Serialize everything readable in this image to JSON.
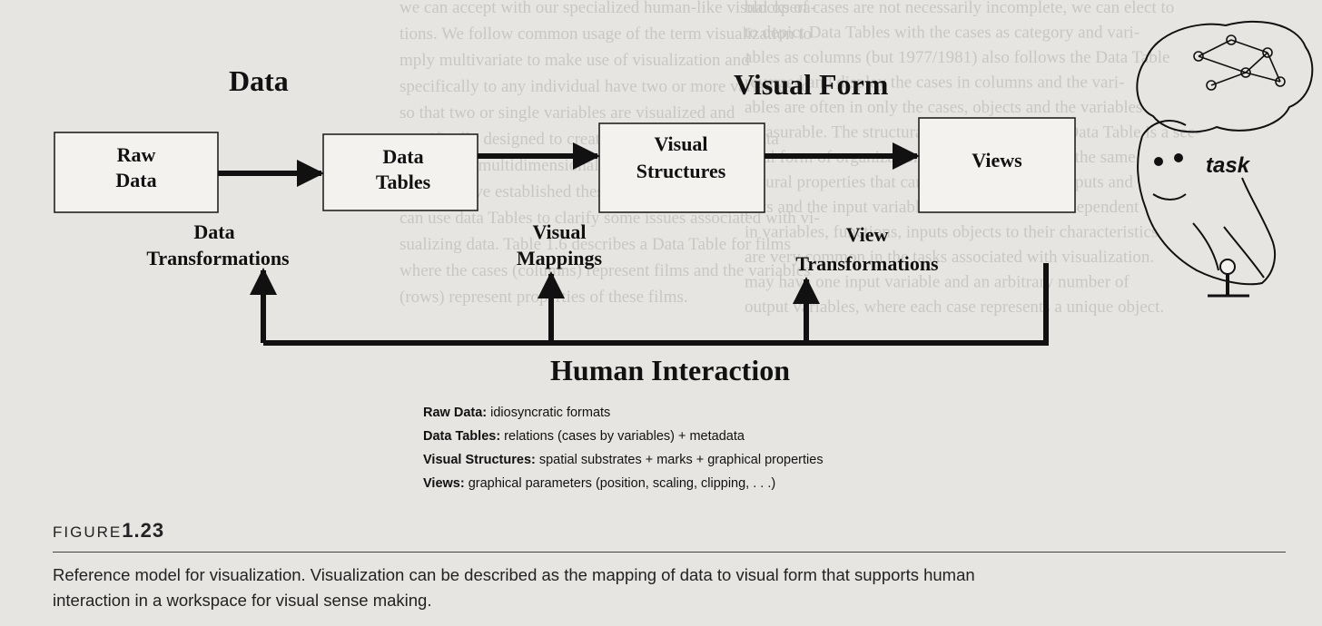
{
  "background_text_color": "#c9c7c3",
  "background_text": [
    "blocks of cases are not necessarily incomplete, we can elect to",
    "to depict Data Tables with the cases as category and vari-",
    "ables as columns (but 1977/1981) also follows the Data Table",
    "reversed and display the cases in columns and the vari-",
    "ables are often in only the cases, objects and the variables",
    "measurable. The structural organization of the Data Table is a see-",
    "ntial form of organization (a relation which has the same",
    "natural properties that can be are divided into inputs and",
    "puts and the input variables involve variable independent",
    "in variables, functions, inputs objects to their characteristics",
    "are very common in the tasks associated with visualization.",
    "may have one input variable and an arbitrary number of",
    "output variables, where each case represents a unique object.",
    "we can accept with our specialized human-like visual opera-",
    "tions. We follow common usage of the term visualization to",
    "mply multivariate to make use of visualization and",
    "specifically to any individual have two or more variables to",
    "so that two or single variables are visualized and",
    "specifically designed to create such multi-variable data",
    "data called multidimensional data visualizations.",
    "now we have established these definitions, we",
    "can use data Tables to clarify some issues associated with vi-",
    "sualizing data. Table 1.6 describes a Data Table for films",
    "where the cases (columns) represent films and the variables",
    "(rows) represent properties of these films."
  ],
  "diagram": {
    "data_heading": "Data",
    "visual_form_heading": "Visual Form",
    "nodes": {
      "raw_data": [
        "Raw",
        "Data"
      ],
      "data_tables": [
        "Data",
        "Tables"
      ],
      "visual_structures": [
        "Visual",
        "Structures"
      ],
      "views": "Views"
    },
    "transforms": {
      "data_transformations": [
        "Data",
        "Transformations"
      ],
      "visual_mappings": [
        "Visual",
        "Mappings"
      ],
      "view_transformations": [
        "View",
        "Transformations"
      ]
    },
    "human_interaction": "Human Interaction",
    "task_label": "task"
  },
  "legend": [
    {
      "term": "Raw Data:",
      "desc": " idiosyncratic formats"
    },
    {
      "term": "Data Tables:",
      "desc": " relations (cases by variables) + metadata"
    },
    {
      "term": "Visual Structures:",
      "desc": " spatial substrates + marks + graphical properties"
    },
    {
      "term": "Views:",
      "desc": " graphical parameters (position, scaling, clipping, . . .)"
    }
  ],
  "figure": {
    "label": "FIGURE",
    "number": "1.23",
    "caption": "Reference model for visualization. Visualization can be described as the mapping of data to visual form that supports human interaction in a workspace for visual sense making."
  }
}
